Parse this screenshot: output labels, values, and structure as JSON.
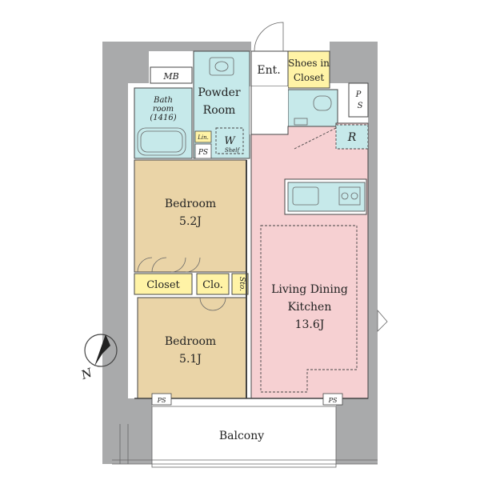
{
  "rooms": {
    "mb": "MB",
    "ent": "Ent.",
    "shoes_closet_line1": "Shoes in",
    "shoes_closet_line2": "Closet",
    "ps_top_1": "P",
    "ps_top_2": "S",
    "bath_line1": "Bath",
    "bath_line2": "room",
    "bath_line3": "(1416)",
    "powder_line1": "Powder",
    "powder_line2": "Room",
    "lin": "Lin.",
    "ps_left": "PS",
    "w": "W",
    "shelf": "Shelf",
    "r": "R",
    "bedroom1_line1": "Bedroom",
    "bedroom1_line2": "5.2J",
    "closet": "Closet",
    "clo": "Clo.",
    "sto": "Sto.",
    "ldk_line1": "Living Dining",
    "ldk_line2": "Kitchen",
    "ldk_line3": "13.6J",
    "bedroom2_line1": "Bedroom",
    "bedroom2_line2": "5.1J",
    "ps_bottom_left": "PS",
    "ps_bottom_right": "PS",
    "balcony": "Balcony",
    "north": "N"
  },
  "colors": {
    "wall": "#a9aaab",
    "wet_area": "#c6e9ea",
    "shoes_closet": "#fff3a6",
    "bedroom": "#ead4a7",
    "ldk": "#f6d0d2",
    "closet": "#fff3a6",
    "floor_white": "#ffffff"
  }
}
